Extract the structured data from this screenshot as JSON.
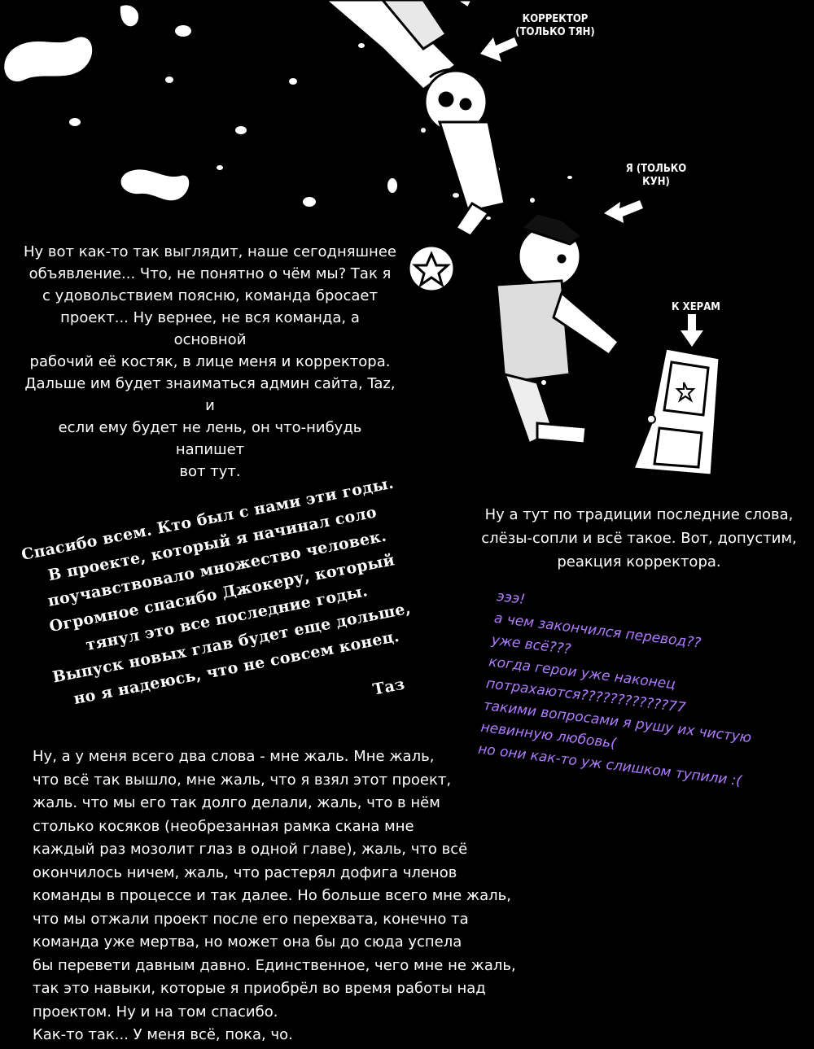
{
  "labels": {
    "corrector": "КОРРЕКТОР\n(ТОЛЬКО ТЯН)",
    "me": "Я (ТОЛЬКО\nКУН)",
    "door": "К ХЕРАМ"
  },
  "texts": {
    "intro": "Ну вот как-то так выглядит, наше сегодняшнее\nобъявление... Что, не понятно о чём мы? Так я\nс удовольствием поясню, команда бросает\nпроект... Ну вернее, не вся команда, а основной\nрабочий её костяк, в лице меня и корректора.\nДальше им будет знаиматься админ сайта, Taz, и\nесли ему будет не лень, он что-нибудь напишет\nвот тут.",
    "taz_note": "Спасибо всем. Кто был с нами эти годы.\nВ проекте, который я начинал соло\nпоучавствовало множество человек.\nОгромное спасибо Джокеру, который\nтянул это все последние годы.\nВыпуск новых глав будет еще дольше,\nно я надеюсь, что не совсем конец.",
    "taz_signature": "Таз",
    "tradition": "Ну а тут по традиции последние слова,\nслёзы-сопли и всё такое. Вот, допустим,\nреакция корректора.",
    "corrector_reaction": "эээ!\nа чем закончился перевод??\nуже всё???\nкогда герои уже наконец\nпотрахаются????????????77\nтакими вопросами я рушу их чистую\nневинную любовь(\nно они как-то уж слишком тупили :(",
    "outro": "Ну, а у меня всего два слова - мне жаль. Мне жаль,\nчто всё так вышло, мне жаль, что я взял этот проект,\nжаль. что мы его так долго делали, жаль, что в нём\nстолько косяков (необрезанная рамка скана мне\nкаждый раз мозолит глаз в одной главе), жаль, что всё\nокончилось ничем, жаль, что растерял дофига членов\nкоманды в процессе и так далее. Но больше всего мне жаль,\nчто мы отжали проект после его перехвата, конечно та\nкоманда уже мертва, но может она бы до сюда успела\nбы перевети давным давно. Единственное, чего мне не жаль,\nтак это навыки, которые я приобрёл во время работы над\nпроектом. Ну и на том спасибо.\nКак-то так... У меня всё, пока, чо."
  },
  "colors": {
    "background": "#000000",
    "text": "#ffffff",
    "corrector_text": "#b07cff"
  }
}
